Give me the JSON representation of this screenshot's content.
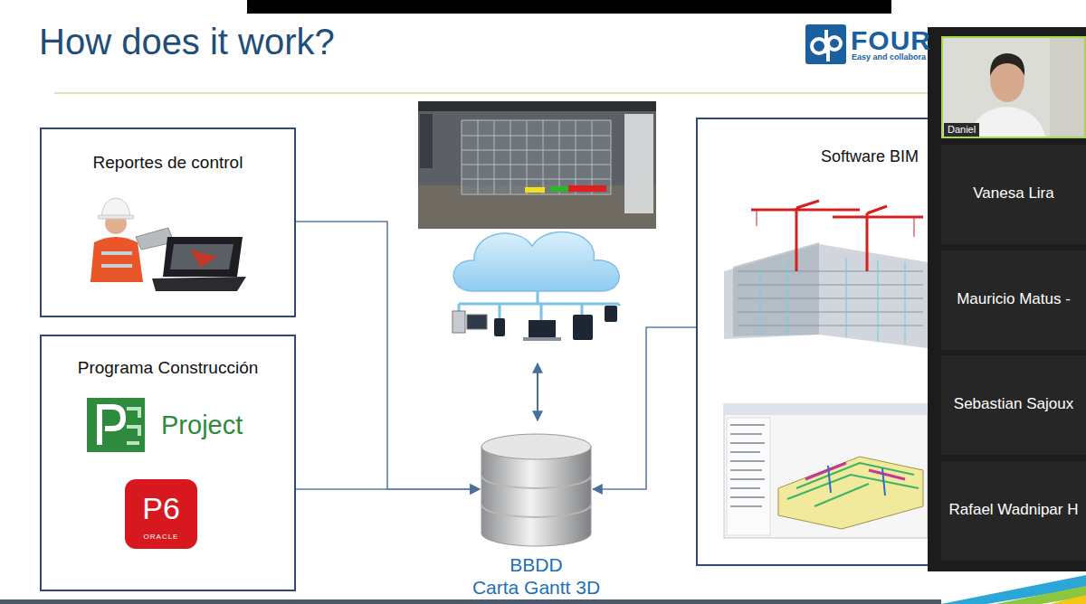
{
  "diagram": {
    "title": "How does it work?",
    "nodes": [
      {
        "text": [
          "Reportes de control"
        ]
      },
      {
        "text": [
          "Programa Construcción"
        ]
      },
      {
        "text": [
          "BBDD",
          "Carta Gantt 3D"
        ]
      },
      {
        "text": [
          "Software BIM"
        ]
      },
      {
        "text": [
          "Daniel"
        ]
      },
      {
        "text": [
          "Vanesa Lira"
        ]
      },
      {
        "text": [
          "Mauricio Matus -"
        ]
      },
      {
        "text": [
          "Sebastian Sajoux"
        ]
      },
      {
        "text": [
          "Rafael Wadnipar H"
        ]
      }
    ],
    "edges": [
      {
        "from": 0,
        "to": 2,
        "arrow": "to"
      },
      {
        "from": 1,
        "to": 2,
        "arrow": "to"
      },
      {
        "from": 3,
        "to": 2,
        "arrow": "to"
      }
    ],
    "labels": [
      "FOUR",
      "Easy and collabora",
      "Project",
      "P6",
      "ORACLE"
    ]
  }
}
